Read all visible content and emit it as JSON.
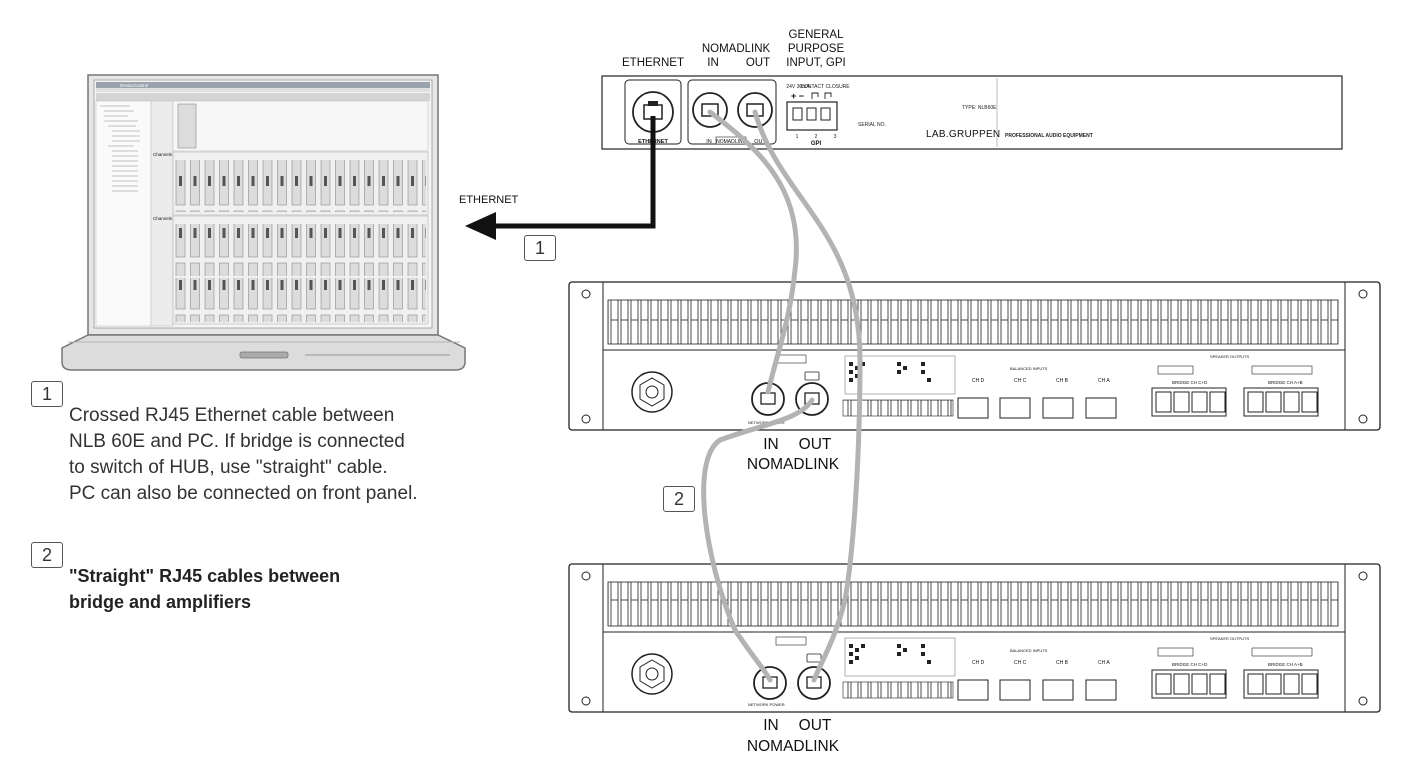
{
  "bridge": {
    "ethernet_label": "ETHERNET",
    "nomadlink_label": "NOMADLINK",
    "in_label": "IN",
    "out_label": "OUT",
    "gpi_line1": "GENERAL",
    "gpi_line2": "PURPOSE",
    "gpi_line3": "INPUT, GPI",
    "port_ethernet": "ETHERNET",
    "port_in": "IN",
    "port_out": "OUT",
    "port_nomadlink": "NOMADLINK",
    "v24_label": "24V 30mA",
    "contact_label": "CONTACT CLOSURE",
    "gpi_small": "GPI",
    "pins": [
      "1",
      "2",
      "3"
    ],
    "serial_label": "SERIAL NO.",
    "type_label": "TYPE: NLB60E",
    "brand": "LAB.GRUPPEN",
    "pro_label": "PROFESSIONAL AUDIO EQUIPMENT"
  },
  "ethernet_arrow_label": "ETHERNET",
  "badge1": "1",
  "badge2": "2",
  "amp_in_label": "IN",
  "amp_out_label": "OUT",
  "amp_nomadlink_label": "NOMADLINK",
  "amp_panel": {
    "network_power": "NETWORK POWER",
    "speaker_outputs": "SPEAKER OUTPUTS",
    "balanced_inputs": "BALANCED INPUTS",
    "channels": [
      "CH D",
      "CH C",
      "CH B",
      "CH A"
    ],
    "bridge_cd": "BRIDGE CH C+D",
    "bridge_ab": "BRIDGE CH A+B"
  },
  "note1": {
    "line1": "Crossed RJ45 Ethernet cable between",
    "line2": "NLB 60E and PC. If bridge is connected",
    "line3": "to switch of HUB, use \"straight\" cable.",
    "line4": "PC can also be connected on front panel."
  },
  "note2": {
    "line1": "\"Straight\" RJ45 cables between",
    "line2": "bridge and amplifiers"
  },
  "laptop_screen": {
    "title_strip": "DeviceControl",
    "panel_label_1": "Channels",
    "panel_label_2": "Channels"
  }
}
